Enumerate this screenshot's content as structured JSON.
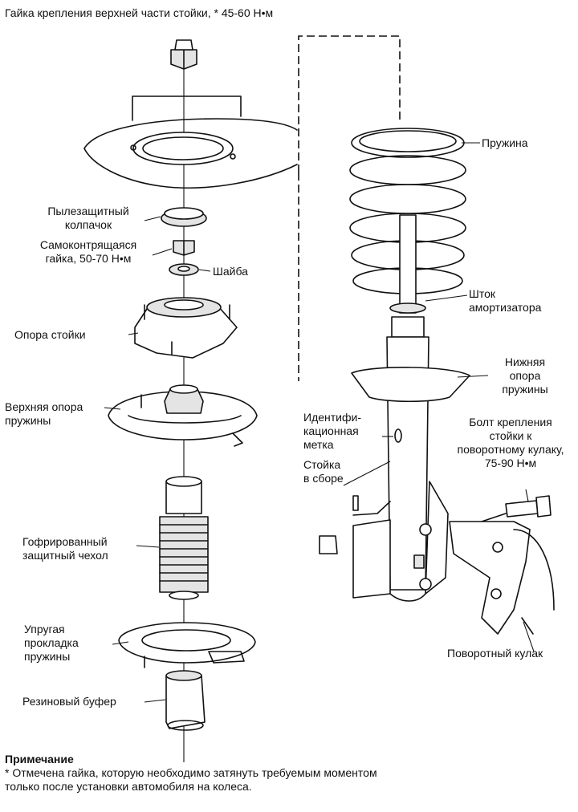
{
  "labels": {
    "top_nut": "Гайка крепления верхней части стойки, * 45-60 Н•м",
    "dust_cap": "Пылезащитный\nколпачок",
    "lock_nut": "Самоконтрящаяся\nгайка, 50-70 Н•м",
    "washer": "Шайба",
    "strut_mount": "Опора стойки",
    "upper_spring_seat": "Верхняя опора\nпружины",
    "boot": "Гофрированный\nзащитный чехол",
    "spring_pad": "Упругая\nпрокладка\nпружины",
    "bump_stop": "Резиновый буфер",
    "spring": "Пружина",
    "shock_rod": "Шток\nамортизатора",
    "lower_spring_seat": "Нижняя\nопора\nпружины",
    "id_mark": "Идентифи-\nкационная\nметка",
    "strut_assembly": "Стойка\nв сборе",
    "knuckle_bolt": "Болт крепления\nстойки к\nповоротному кулаку,\n75-90 Н•м",
    "steering_knuckle": "Поворотный кулак"
  },
  "note": {
    "title": "Примечание",
    "text": "* Отмечена гайка, которую необходимо затянуть требуемым моментом\nтолько после установки автомобиля на колеса."
  }
}
